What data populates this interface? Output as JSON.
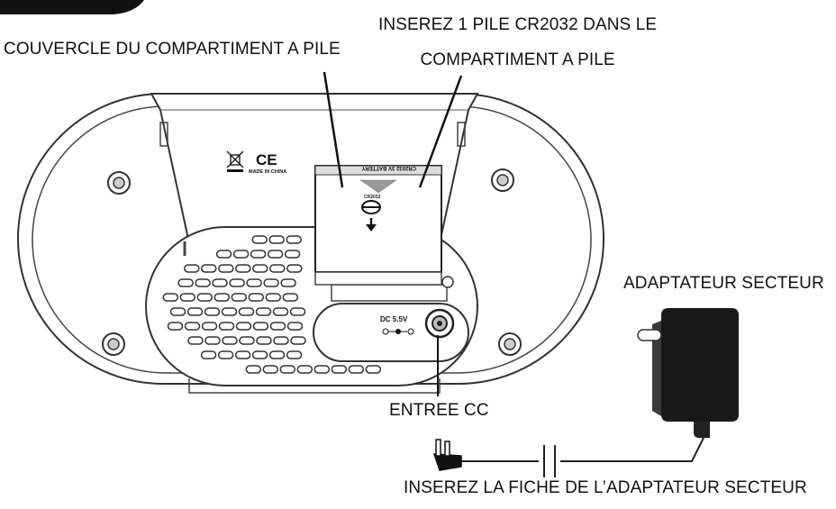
{
  "labels": {
    "battery_cover": "COUVERCLE DU COMPARTIMENT A PILE",
    "insert_battery_line1": "INSEREZ 1 PILE CR2032 DANS LE",
    "insert_battery_line2": "COMPARTIMENT A PILE",
    "ac_adapter": "ADAPTATEUR SECTEUR",
    "dc_input": "ENTREE CC",
    "insert_adapter_plug": "INSEREZ LA FICHE DE L’ADAPTATEUR SECTEUR"
  },
  "device_markings": {
    "ce_mark": "CE",
    "made_in": "MADE IN CHINA",
    "dc_rating": "DC 5.5V"
  }
}
